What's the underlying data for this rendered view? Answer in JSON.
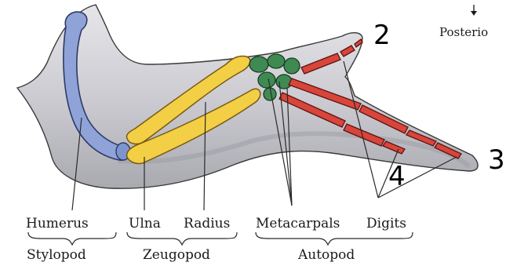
{
  "diagram": {
    "bone_labels": {
      "humerus": "Humerus",
      "ulna": "Ulna",
      "radius": "Radius",
      "metacarpals": "Metacarpals",
      "digits": "Digits"
    },
    "region_labels": {
      "stylopod": "Stylopod",
      "zeugopod": "Zeugopod",
      "autopod": "Autopod"
    },
    "digit_numbers": {
      "two": "2",
      "three": "3",
      "four": "4"
    },
    "orientation_label": "Posterio",
    "colors": {
      "stylopod": "#8fa3d8",
      "zeugopod": "#f2cf45",
      "carpals": "#3f8a52",
      "autopod_digits": "#d8453a",
      "limb_bud": "#c9c9cf"
    }
  }
}
